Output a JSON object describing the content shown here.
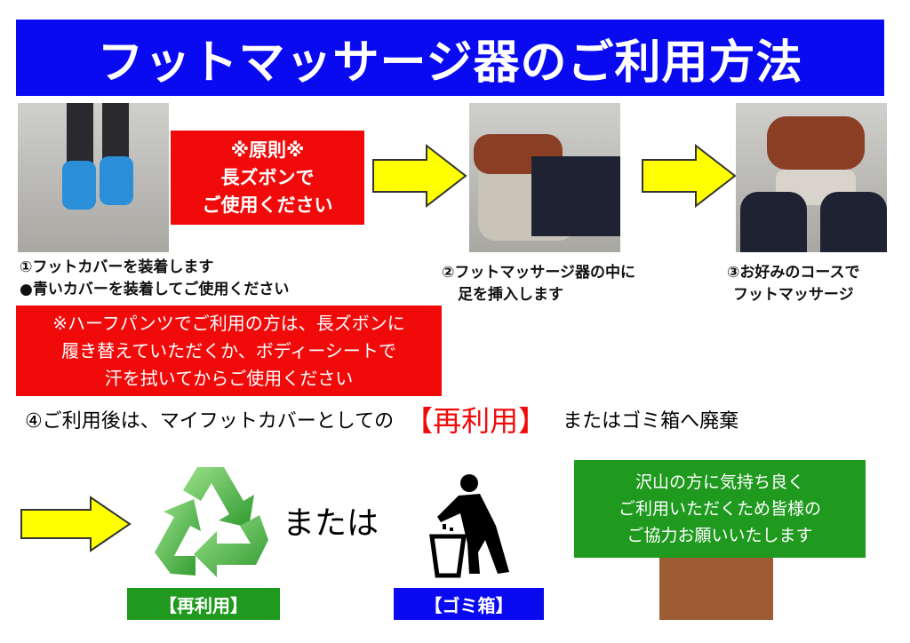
{
  "title": "フットマッサージ器のご利用方法",
  "principle": [
    "※原則※",
    "長ズボンで",
    "ご使用ください"
  ],
  "step1": [
    "①フットカバーを装着します",
    "●青いカバーを装着してご使用ください"
  ],
  "step2": [
    "②フットマッサージ器の中に",
    "足を挿入します"
  ],
  "step3": [
    "③お好みのコースで",
    "フットマッサージ"
  ],
  "half_pants_note": [
    "※ハーフパンツでご利用の方は、長ズボンに",
    "履き替えていただくか、ボディーシートで",
    "汗を拭いてからご使用ください"
  ],
  "step4": {
    "before": "④ご利用後は、マイフットカバーとしての",
    "highlight": "【再利用】",
    "after": "またはゴミ箱へ廃棄"
  },
  "or_text": "または",
  "reuse_label": "【再利用】",
  "trash_label": "【ゴミ箱】",
  "sign": [
    "沢山の方に気持ち良く",
    "ご利用いただくため皆様の",
    "ご協力お願いいたします"
  ],
  "colors": {
    "title_bg": "#0a0af0",
    "red": "#f00a0a",
    "green": "#1f9a1f",
    "yellow": "#ffff00",
    "post": "#9e5c34"
  }
}
